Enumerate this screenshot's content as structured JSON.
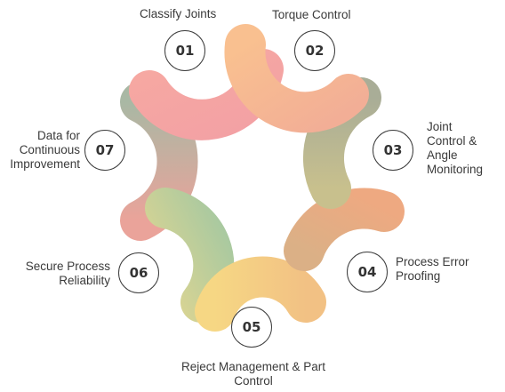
{
  "steps": [
    {
      "number": "01",
      "label": "Classify Joints",
      "color": "#f6a4a4"
    },
    {
      "number": "02",
      "label": "Torque Control",
      "color": "#f8bd92"
    },
    {
      "number": "03",
      "label": "Joint\nControl &\nAngle\nMonitoring",
      "color": "#b5b898"
    },
    {
      "number": "04",
      "label": "Process Error\nProofing",
      "color": "#eaab82"
    },
    {
      "number": "05",
      "label": "Reject Management & Part\nControl",
      "color": "#f7d381"
    },
    {
      "number": "06",
      "label": "Secure Process\nReliability",
      "color": "#bfd39e"
    },
    {
      "number": "07",
      "label": "Data for\nContinuous\nImprovement",
      "color": "#e3a89e"
    }
  ],
  "colors": {
    "arc_01": "#f6a4a4",
    "arc_02": "#f7b994",
    "arc_03": "#b8b89a",
    "arc_04": "#e9aa82",
    "arc_05": "#f6cf84",
    "arc_06": "#c4d49f",
    "arc_07": "#dba8a0"
  }
}
